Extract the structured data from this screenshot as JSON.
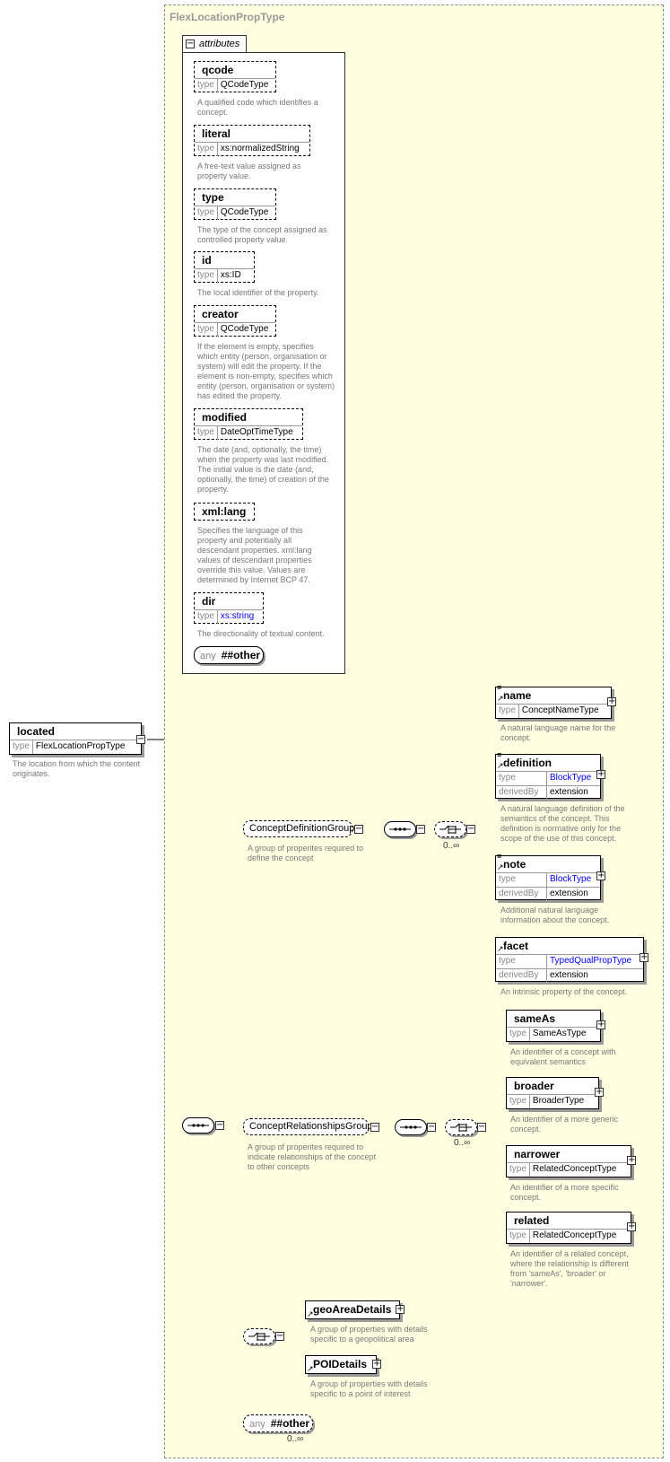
{
  "root": {
    "name": "located",
    "type_label": "type",
    "type_value": "FlexLocationPropType",
    "doc": "The location from which the content originates."
  },
  "complex_type": {
    "title": "FlexLocationPropType",
    "attributes_label": "attributes",
    "attributes": [
      {
        "name": "qcode",
        "type_label": "type",
        "type_value": "QCodeType",
        "doc": "A qualified code which identifies a concept."
      },
      {
        "name": "literal",
        "type_label": "type",
        "type_value": "xs:normalizedString",
        "doc": "A free-text value assigned as property value."
      },
      {
        "name": "type",
        "type_label": "type",
        "type_value": "QCodeType",
        "doc": "The type of the concept assigned as controlled property value."
      },
      {
        "name": "id",
        "type_label": "type",
        "type_value": "xs:ID",
        "doc": "The local identifier of the property."
      },
      {
        "name": "creator",
        "type_label": "type",
        "type_value": "QCodeType",
        "doc": "If the element is empty, specifies which entity (person, organisation or system) will edit the property. If the element is non-empty, specifies which entity (person, organisation or system) has edited the property."
      },
      {
        "name": "modified",
        "type_label": "type",
        "type_value": "DateOptTimeType",
        "doc": "The date (and, optionally, the time) when the property was last modified. The initial value is the date (and, optionally, the time) of creation of the property."
      },
      {
        "name": "xml:lang",
        "doc": "Specifies the language of this property and potentially all descendant properties. xml:lang values of descendant properties override this value. Values are determined by Internet BCP 47."
      },
      {
        "name": "dir",
        "type_label": "type",
        "type_value": "xs:string",
        "doc": "The directionality of textual content."
      }
    ],
    "attr_any": {
      "label": "any",
      "value": "##other"
    }
  },
  "groups": {
    "concept_definition": {
      "name": "ConceptDefinitionGroup",
      "doc": "A group of properites required to define the concept",
      "occurs": "0..∞",
      "elements": [
        {
          "name": "name",
          "type_label": "type",
          "type_value": "ConceptNameType",
          "doc": "A natural language name for the concept."
        },
        {
          "name": "definition",
          "type_label": "type",
          "type_value": "BlockType",
          "derived_label": "derivedBy",
          "derived_value": "extension",
          "doc": "A natural language definition of the semantics of the concept. This definition is normative only for the scope of the use of this concept."
        },
        {
          "name": "note",
          "type_label": "type",
          "type_value": "BlockType",
          "derived_label": "derivedBy",
          "derived_value": "extension",
          "doc": "Additional natural language information about the concept."
        },
        {
          "name": "facet",
          "type_label": "type",
          "type_value": "TypedQualPropType",
          "derived_label": "derivedBy",
          "derived_value": "extension",
          "doc": "An intrinsic property of the concept."
        }
      ]
    },
    "concept_relationships": {
      "name": "ConceptRelationshipsGroup",
      "doc": "A group of properites required to indicate relationships of the concept to other concepts",
      "occurs": "0..∞",
      "elements": [
        {
          "name": "sameAs",
          "type_label": "type",
          "type_value": "SameAsType",
          "doc": "An identifier of a concept with equivalent semantics"
        },
        {
          "name": "broader",
          "type_label": "type",
          "type_value": "BroaderType",
          "doc": "An identifier of a more generic concept."
        },
        {
          "name": "narrower",
          "type_label": "type",
          "type_value": "RelatedConceptType",
          "doc": "An identifier of a more specific concept."
        },
        {
          "name": "related",
          "type_label": "type",
          "type_value": "RelatedConceptType",
          "doc": "An identifier of a related concept, where the relationship is different from 'sameAs', 'broader' or 'narrower'."
        }
      ]
    },
    "choice": {
      "elements": [
        {
          "name": "geoAreaDetails",
          "doc": "A group of properties with details specific to a geopolitical area"
        },
        {
          "name": "POIDetails",
          "doc": "A group of properties with details specific to a point of interest"
        }
      ]
    },
    "any_other": {
      "label": "any",
      "value": "##other",
      "occurs": "0..∞"
    }
  },
  "colors": {
    "background": "#ffffe1",
    "link": "#0000ff",
    "doc_text": "#777777"
  }
}
